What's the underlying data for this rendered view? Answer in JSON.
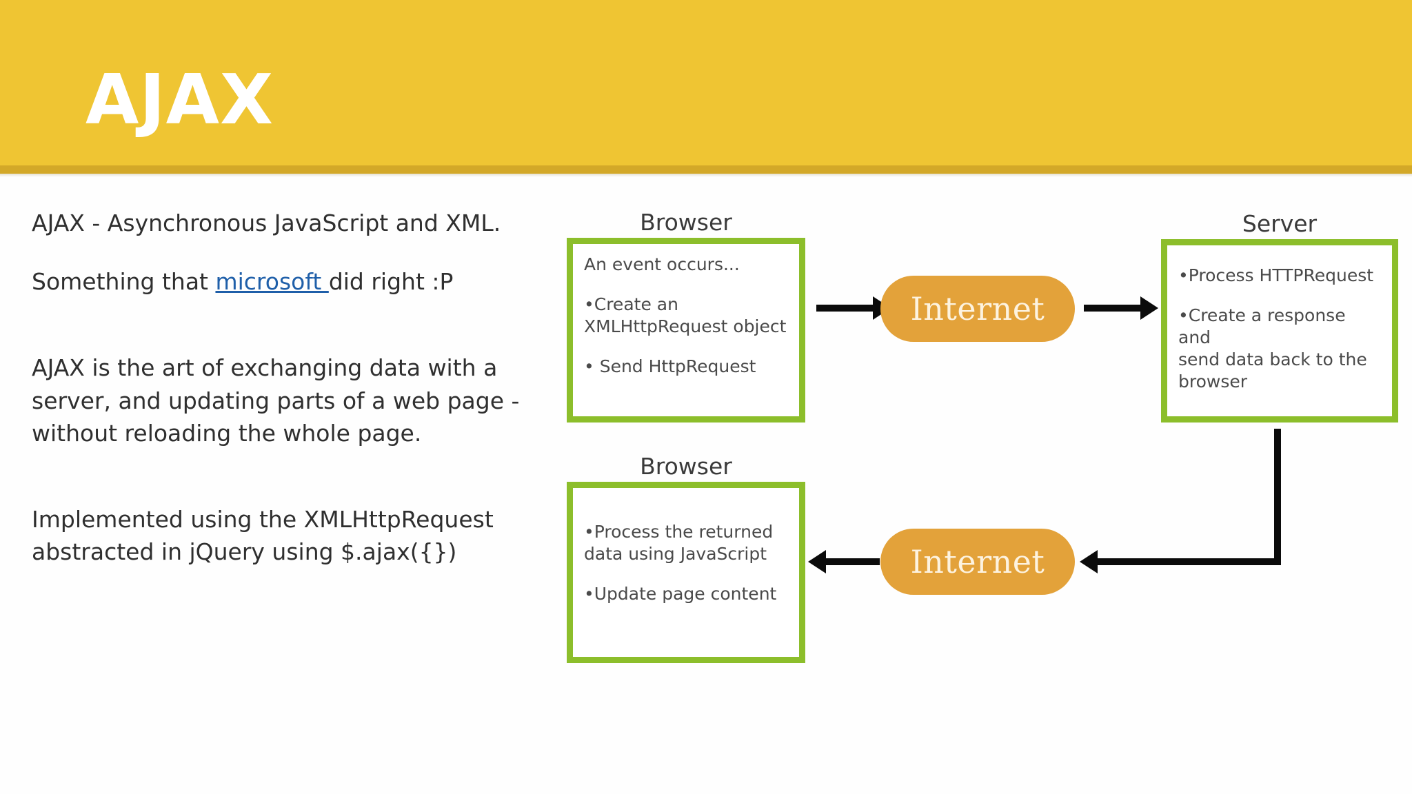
{
  "slide": {
    "title": "AJAX",
    "header_color": "#EFC533",
    "header_stripe_color": "#D3A828",
    "background_color": "#FEFEFE"
  },
  "content": {
    "paragraphs": [
      "AJAX - Asynchronous JavaScript and XML.",
      "AJAX is the art of exchanging data with a server, and updating parts of a web page - without reloading the whole page.",
      "Implemented using the XMLHttpRequest abstracted in jQuery using $.ajax({})"
    ],
    "link_line": {
      "prefix": "Something that ",
      "link_text": "microsoft ",
      "suffix": "did right :P",
      "link_color": "#1F5FA9"
    }
  },
  "diagram": {
    "accent_green": "#8CBE2B",
    "accent_orange": "#E3A23A",
    "internet_label": "Internet",
    "nodes": [
      {
        "id": "browser-request",
        "label": "Browser",
        "lines": [
          "An event occurs...",
          "•Create an XMLHttpRequest object",
          "• Send HttpRequest"
        ]
      },
      {
        "id": "server",
        "label": "Server",
        "lines": [
          "•Process HTTPRequest",
          "•Create a response and send data back to the browser"
        ]
      },
      {
        "id": "browser-response",
        "label": "Browser",
        "lines": [
          "•Process the returned data using JavaScript",
          "•Update page content"
        ]
      }
    ],
    "browser_request_text": {
      "event": "An event occurs...",
      "create_bullet": "Create an",
      "create_cont": "XMLHttpRequest object",
      "send_bullet": "Send HttpRequest"
    },
    "server_text": {
      "process_bullet": "Process HTTPRequest",
      "respond_bullet": "Create a response and",
      "respond_cont1": "send data back to the",
      "respond_cont2": "browser"
    },
    "browser_response_text": {
      "process_bullet": "Process the returned",
      "process_cont": "data using JavaScript",
      "update_bullet": "Update page content"
    }
  }
}
